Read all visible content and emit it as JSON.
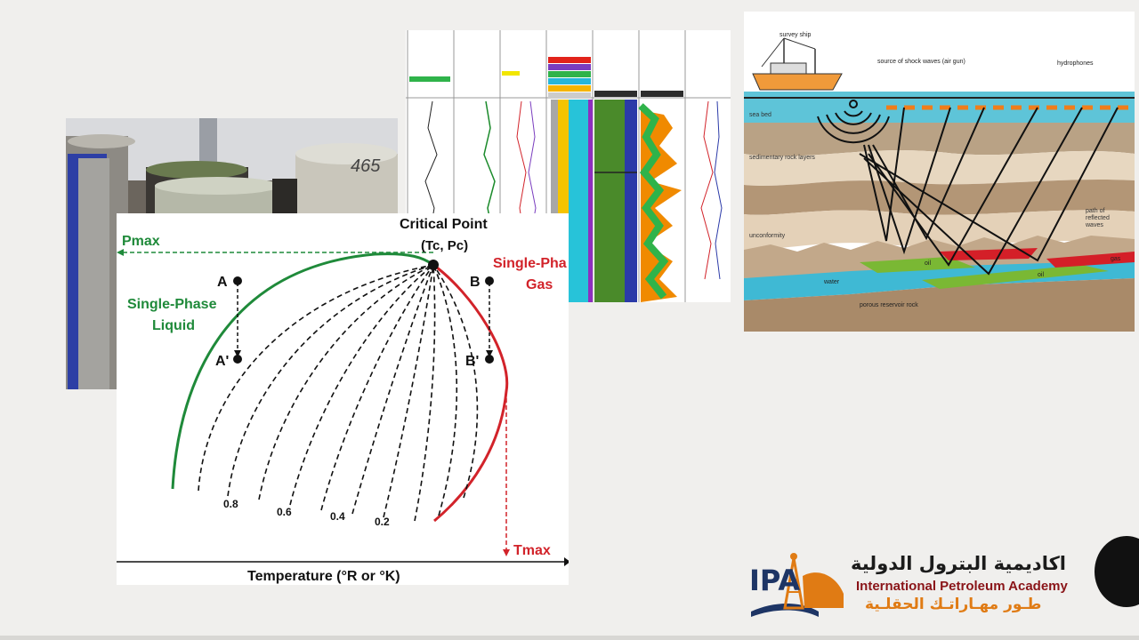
{
  "phase_diagram": {
    "critical_point_label": "Critical Point",
    "critical_point_coords": "(Tc, Pc)",
    "pmax_label": "Pmax",
    "tmax_label": "Tmax",
    "liquid_label_line1": "Single-Phase",
    "liquid_label_line2": "Liquid",
    "gas_label_line1": "Single-Pha",
    "gas_label_line2": "Gas",
    "point_a": "A",
    "point_a_prime": "A'",
    "point_b": "B",
    "point_b_prime": "B'",
    "quality_labels": [
      "0.8",
      "0.6",
      "0.4",
      "0.2"
    ],
    "x_axis_label": "Temperature (°R or °K)",
    "colors": {
      "bubble_curve": "#1f8a3a",
      "dew_curve": "#d2232a",
      "pmax": "#1f8a3a",
      "tmax": "#d2232a"
    }
  },
  "seismic": {
    "survey_ship": "survey ship",
    "shock_source": "source of shock waves (air gun)",
    "hydrophones": "hydrophones",
    "sea_bed": "sea bed",
    "sedimentary": "sedimentary rock layers",
    "unconformity": "unconformity",
    "reflected_line1": "path of",
    "reflected_line2": "reflected",
    "reflected_line3": "waves",
    "oil1": "oil",
    "oil2": "oil",
    "gas": "gas",
    "water": "water",
    "reservoir": "porous reservoir rock"
  },
  "core_photo": {
    "core_number": "465"
  },
  "logo": {
    "arabic_name": "اكاديمية البترول الدولية",
    "english_name": "International Petroleum Academy",
    "slogan": "طـور مهـاراتـك الحقلـية",
    "mark": "IPA"
  }
}
